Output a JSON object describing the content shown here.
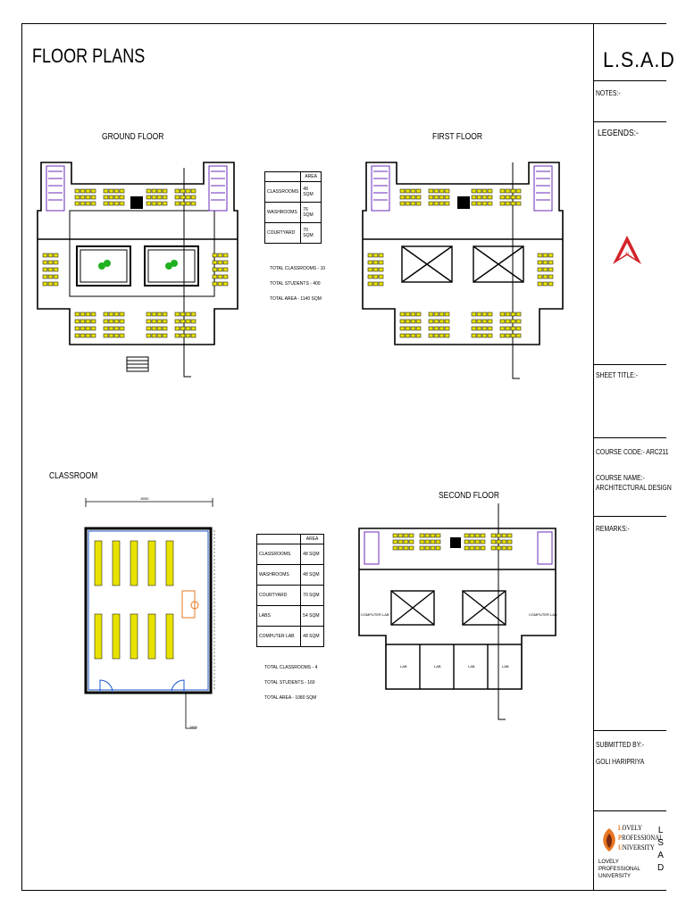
{
  "sheet": {
    "title": "FLOOR PLANS",
    "brand": "L.S.A.D"
  },
  "title_block": {
    "notes": "NOTES:-",
    "legends": "LEGENDS:-",
    "sheet_title": "SHEET TITLE:-",
    "course_code": "COURSE CODE:- ARC211",
    "course_name_label": "COURSE NAME:-",
    "course_name": "ARCHITECTURAL DESIGN",
    "remarks": "REMARKS:-",
    "submitted_label": "SUBMITTED BY:-",
    "submitted_name": "GOLI HARIPRIYA",
    "university_lines": [
      {
        "initial": "L",
        "rest": "OVELY"
      },
      {
        "initial": "P",
        "rest": "ROFESSIONAL"
      },
      {
        "initial": "U",
        "rest": "NIVERSITY"
      }
    ],
    "university_caption": "LOVELY PROFESSIONAL UNIVERSITY",
    "vertical_letters": [
      "L",
      "S",
      "A",
      "D"
    ],
    "north_mark": "N"
  },
  "labels": {
    "ground_floor": "GROUND FLOOR",
    "first_floor": "FIRST FLOOR",
    "classroom": "CLASSROOM",
    "second_floor": "SECOND FLOOR",
    "classroom_dim": "8000",
    "classroom_door_dim": "1500",
    "computer_lab": "COMPUTER LAB",
    "lab": "LAB"
  },
  "table1": {
    "header": "AREA",
    "rows": [
      {
        "name": "CLASSROOMS",
        "area": "48 SQM"
      },
      {
        "name": "WASHROOMS",
        "area": "76 SQM"
      },
      {
        "name": "COURTYARD",
        "area": "70 SQM"
      }
    ],
    "totals": [
      "TOTAL CLASSROOMS - 10",
      "TOTAL STUDENTS - 400",
      "TOTAL AREA - 1140 SQM"
    ]
  },
  "table2": {
    "header": "AREA",
    "rows": [
      {
        "name": "CLASSROOMS",
        "area": "48 SQM"
      },
      {
        "name": "WASHROOMS",
        "area": "48 SQM"
      },
      {
        "name": "COURTYARD",
        "area": "70 SQM"
      },
      {
        "name": "LABS",
        "area": "54 SQM"
      },
      {
        "name": "COMPUTER LAB",
        "area": "48 SQM"
      }
    ],
    "totals": [
      "TOTAL CLASSROOMS - 4",
      "TOTAL STUDENTS - 160",
      "TOTAL AREA - 1080 SQM"
    ]
  },
  "colors": {
    "desk": "#e8e200",
    "wall": "#000000",
    "door": "#1a56c8",
    "window": "#1a56c8",
    "furniture": "#e87722",
    "washroom": "#6a2bb8",
    "plant": "#20b020",
    "north": "#d4232a"
  }
}
